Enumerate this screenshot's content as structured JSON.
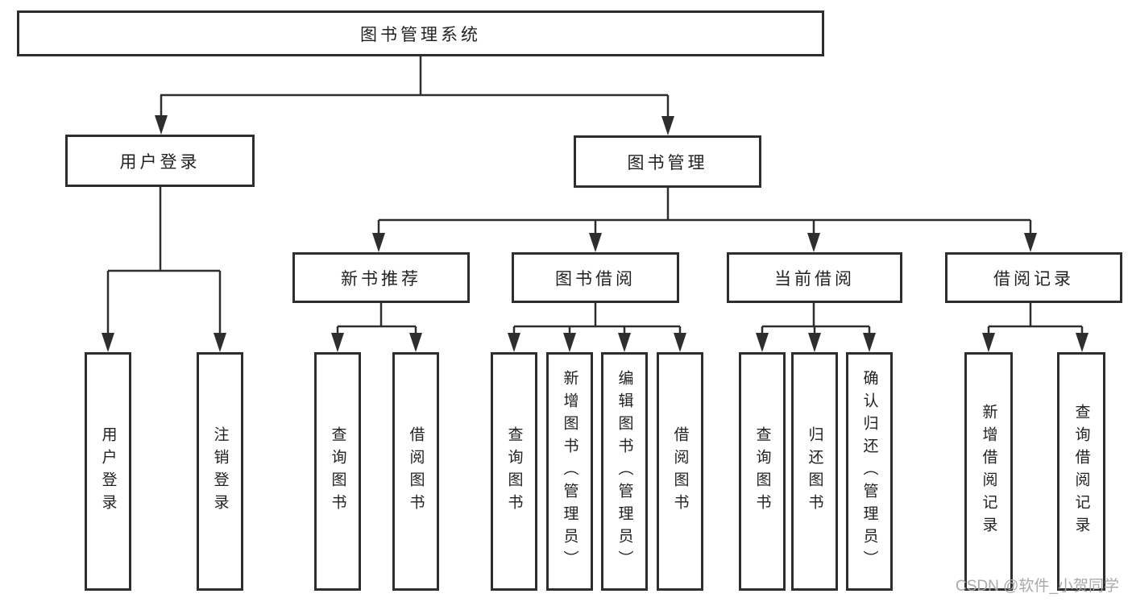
{
  "diagram_title": "图书管理系统",
  "colors": {
    "line": "#2e2e2e",
    "box_border": "#2e2e2e",
    "text": "#222222",
    "watermark": "#a9a9a9",
    "background": "#ffffff"
  },
  "watermark": "CSDN @软件_小贺同学",
  "tree": {
    "root": {
      "label": "图书管理系统"
    },
    "branches": [
      {
        "label": "用户登录",
        "children": [
          "用户登录",
          "注销登录"
        ]
      },
      {
        "label": "图书管理",
        "groups": [
          {
            "label": "新书推荐",
            "children": [
              "查询图书",
              "借阅图书"
            ]
          },
          {
            "label": "图书借阅",
            "children": [
              "查询图书",
              "新增图书（管理员）",
              "编辑图书（管理员）",
              "借阅图书"
            ]
          },
          {
            "label": "当前借阅",
            "children": [
              "查询图书",
              "归还图书",
              "确认归还（管理员）"
            ]
          },
          {
            "label": "借阅记录",
            "children": [
              "新增借阅记录",
              "查询借阅记录"
            ]
          }
        ]
      }
    ]
  }
}
